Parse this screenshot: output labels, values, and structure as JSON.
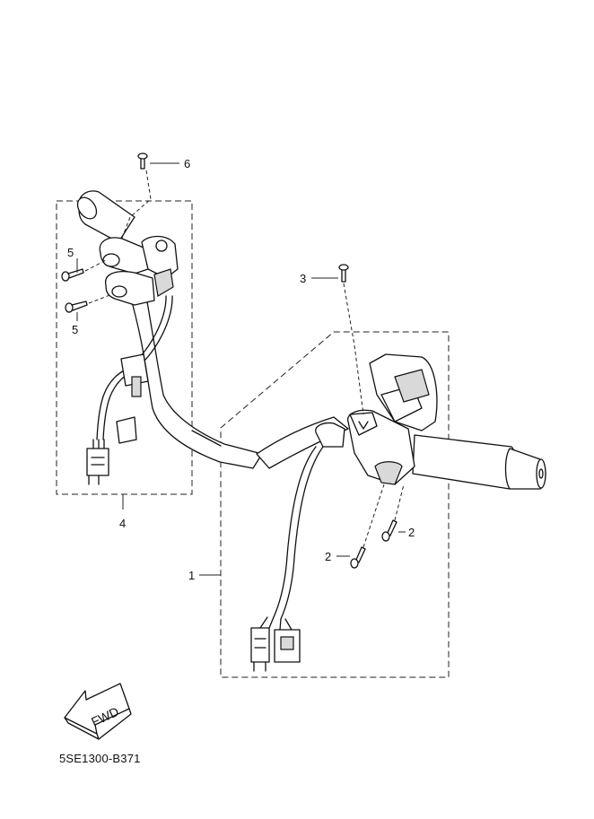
{
  "diagram": {
    "callouts": {
      "c1": "1",
      "c2a": "2",
      "c2b": "2",
      "c3": "3",
      "c4": "4",
      "c5a": "5",
      "c5b": "5",
      "c6": "6"
    },
    "fwd_label": "FWD",
    "reference_code": "5SE1300-B371"
  }
}
